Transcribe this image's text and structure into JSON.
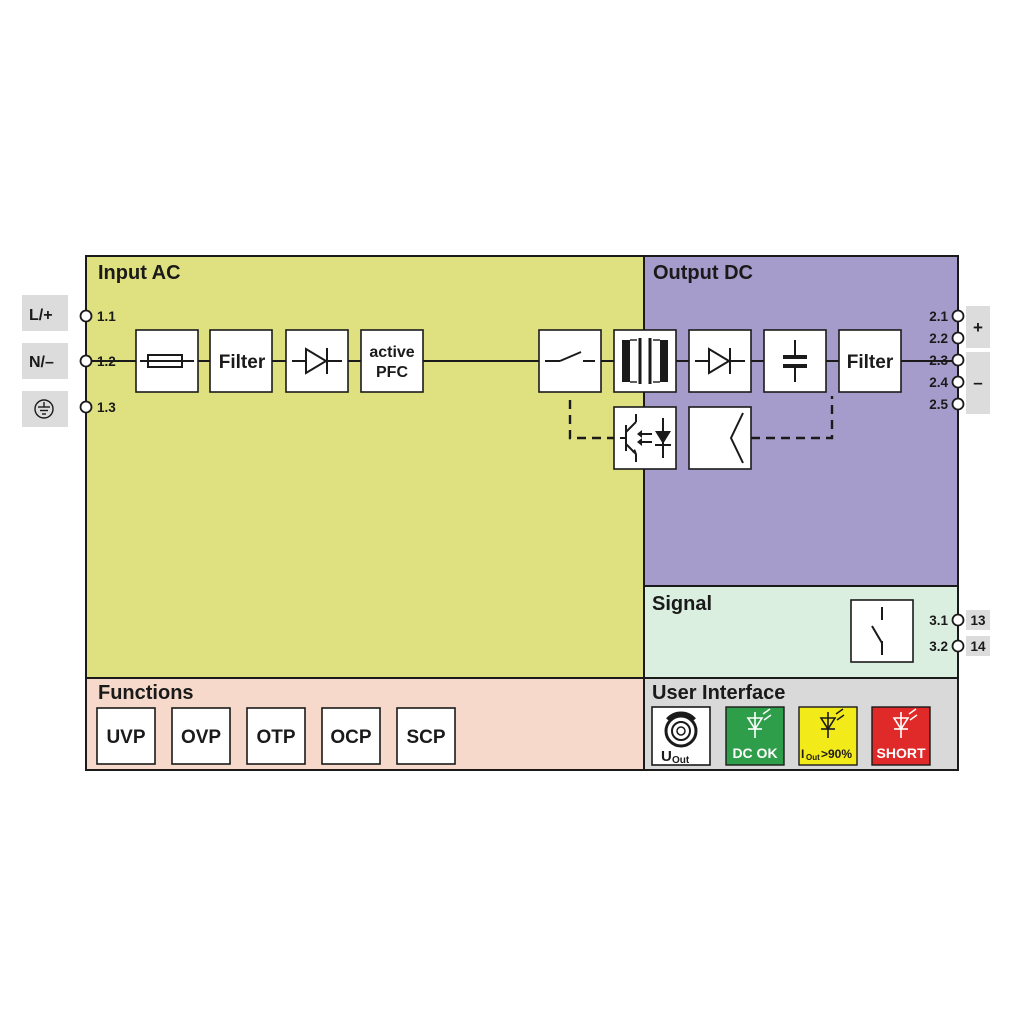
{
  "sections": {
    "input_ac": "Input AC",
    "output_dc": "Output DC",
    "signal": "Signal",
    "functions": "Functions",
    "user_interface": "User Interface"
  },
  "colors": {
    "input": "#dfe080",
    "output": "#a59ccb",
    "signal": "#daefe0",
    "functions": "#f6d9cb",
    "ui": "#d9d9d9",
    "terminal_tab": "#dcdcdc",
    "led_green": "#2e9e4a",
    "led_yellow": "#f3ea1a",
    "led_red": "#e02a2a"
  },
  "input_terminals": [
    {
      "label": "L/+",
      "pin": "1.1"
    },
    {
      "label": "N/–",
      "pin": "1.2"
    },
    {
      "label": "",
      "pin": "1.3",
      "icon": "ground-icon"
    }
  ],
  "input_chain": {
    "filter": "Filter",
    "pfc_line1": "active",
    "pfc_line2": "PFC"
  },
  "output_chain": {
    "filter": "Filter"
  },
  "output_terminals": {
    "pins": [
      "2.1",
      "2.2",
      "2.3",
      "2.4",
      "2.5"
    ],
    "plus": "+",
    "minus": "–"
  },
  "signal_terminals": [
    {
      "pin": "3.1",
      "num": "13"
    },
    {
      "pin": "3.2",
      "num": "14"
    }
  ],
  "functions": [
    "UVP",
    "OVP",
    "OTP",
    "OCP",
    "SCP"
  ],
  "user_interface": {
    "pot_main": "U",
    "pot_sub": "Out",
    "led_dcok": "DC OK",
    "led_iout_main": "I",
    "led_iout_sub": "Out",
    "led_iout_tail": ">90%",
    "led_short": "SHORT"
  }
}
